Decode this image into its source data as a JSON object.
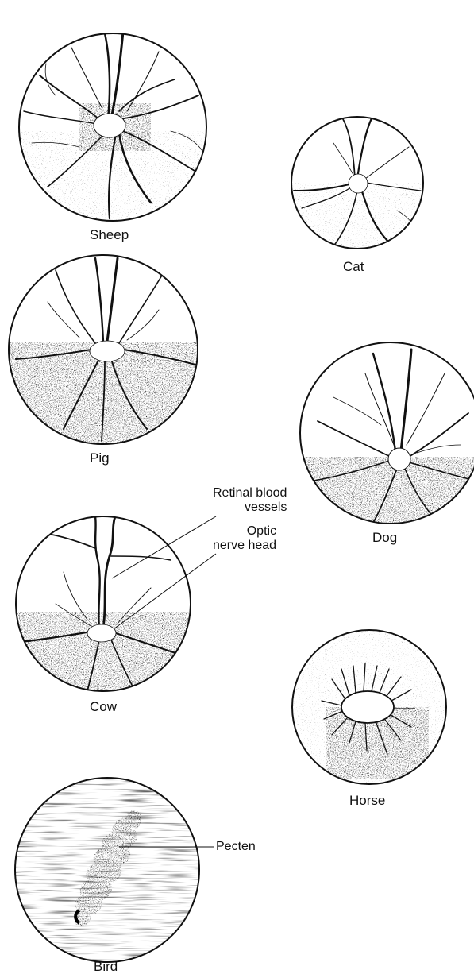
{
  "labels": {
    "sheep": "Sheep",
    "cat": "Cat",
    "pig": "Pig",
    "dog": "Dog",
    "cow": "Cow",
    "horse": "Horse",
    "bird": "Bird"
  },
  "annotations": {
    "retinal_vessels": [
      "Retinal blood",
      "vessels"
    ],
    "optic_nerve_head": [
      "Optic",
      "nerve head"
    ],
    "pecten": "Pecten"
  },
  "colors": {
    "ink": "#111111",
    "paper": "#ffffff"
  }
}
